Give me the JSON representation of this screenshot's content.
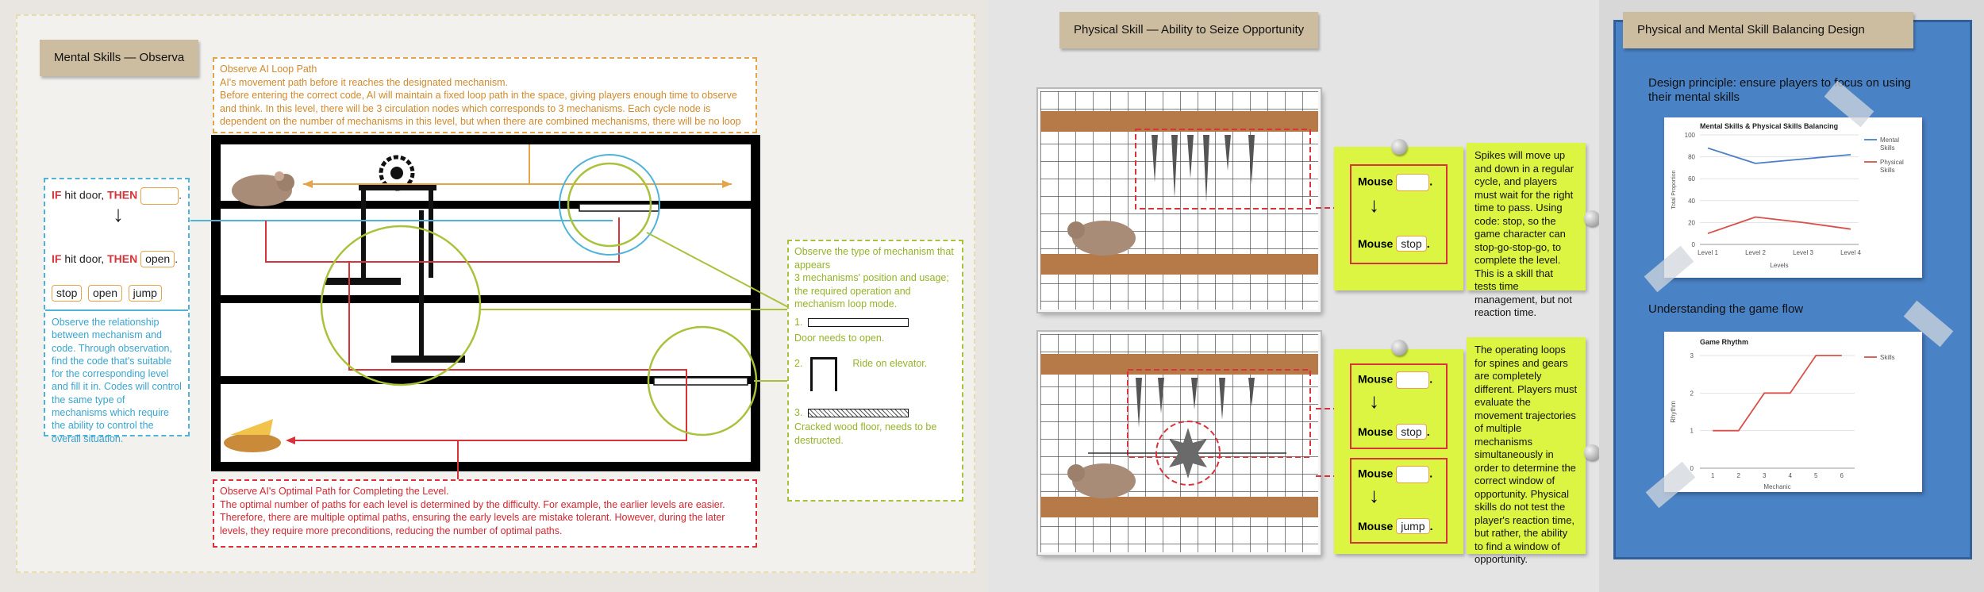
{
  "panel1": {
    "tag": "Mental Skills — Observa",
    "observe_loop": {
      "title": "Observe AI Loop Path",
      "lines": [
        "AI's movement path before it reaches the designated mechanism.",
        "Before entering the correct code, AI will maintain a fixed loop path in the space, giving players enough time to observe",
        "and think. In this level, there will be 3 circulation nodes which corresponds to 3 mechanisms. Each cycle node is",
        "dependent on the number of mechanisms in this level, but when there are combined mechanisms, there will be no loop"
      ]
    },
    "rule1": {
      "if": "IF",
      "cond": "hit door,",
      "then": "THEN",
      "arrow": "↓"
    },
    "rule2": {
      "if": "IF",
      "cond": "hit door,",
      "then": "THEN",
      "value": "open"
    },
    "codes": [
      "stop",
      "open",
      "jump"
    ],
    "observe_relation": "Observe the relationship between mechanism and code. Through observation, find the code that's suitable for the corresponding level and fill it in. Codes will control the same type of mechanisms which require the ability to control the overall situation.",
    "mechanism_note": {
      "intro": "Observe the type of mechanism that appears",
      "body": "3 mechanisms' position and usage; the required operation and mechanism loop mode.",
      "items": [
        {
          "num": "1.",
          "text": "Door needs to open."
        },
        {
          "num": "2.",
          "text": "Ride on elevator."
        },
        {
          "num": "3.",
          "text": "Cracked wood floor, needs to be destructed."
        }
      ]
    },
    "optimal": {
      "title": "Observe AI's Optimal Path for Completing the Level.",
      "lines": [
        "The optimal number of paths for each level is determined by the difficulty. For example, the earlier levels are easier.",
        "Therefore, there are multiple optimal paths, ensuring the early levels are mistake tolerant. However, during the later",
        "levels, they require more preconditions, reducing the number of optimal paths."
      ]
    }
  },
  "panel2": {
    "tag": "Physical Skill — Ability to Seize Opportunity",
    "mouse_label": "Mouse",
    "arrow": "↓",
    "codes": {
      "stop": "stop",
      "jump": "jump"
    },
    "text1": "Spikes will move up and down in a regular cycle, and players must wait for the right time to pass. Using code: stop, so the game character can stop-go-stop-go, to complete the level. This is a skill that tests time management, but not reaction time.",
    "text2": "The operating loops for spines and gears are completely different. Players must evaluate the movement trajectories of multiple mechanisms simultaneously in order to determine the correct window of opportunity. Physical skills do not test the player's reaction time, but rather, the ability to find a window of opportunity."
  },
  "panel3": {
    "tag": "Physical and Mental Skill Balancing Design",
    "principle": "Design principle: ensure players to focus on using their mental skills",
    "flow": "Understanding the game flow",
    "colors": {
      "mental": "#4a7fc8",
      "physical": "#d8504a"
    }
  },
  "chart_data": [
    {
      "type": "line",
      "title": "Mental Skills & Physical Skills Balancing",
      "categories": [
        "Level 1",
        "Level 2",
        "Level 3",
        "Level 4"
      ],
      "series": [
        {
          "name": "Mental Skills",
          "values": [
            88,
            74,
            78,
            82
          ]
        },
        {
          "name": "Physical Skills",
          "values": [
            10,
            25,
            20,
            14
          ]
        }
      ],
      "xlabel": "Levels",
      "ylabel": "Total Proportion",
      "ylim": [
        0,
        100
      ],
      "yticks": [
        0,
        20,
        40,
        60,
        80,
        100
      ]
    },
    {
      "type": "line",
      "title": "Game Rhythm",
      "x": [
        1,
        2,
        3,
        4,
        5,
        6
      ],
      "series": [
        {
          "name": "Skills",
          "points": [
            [
              1,
              1
            ],
            [
              2,
              1
            ],
            [
              3,
              2
            ],
            [
              4,
              2
            ],
            [
              5,
              3
            ],
            [
              6,
              3
            ]
          ]
        }
      ],
      "xlabel": "Mechanic",
      "ylabel": "Rhythm",
      "ylim": [
        0,
        3
      ],
      "yticks": [
        0,
        1,
        2,
        3
      ]
    }
  ]
}
